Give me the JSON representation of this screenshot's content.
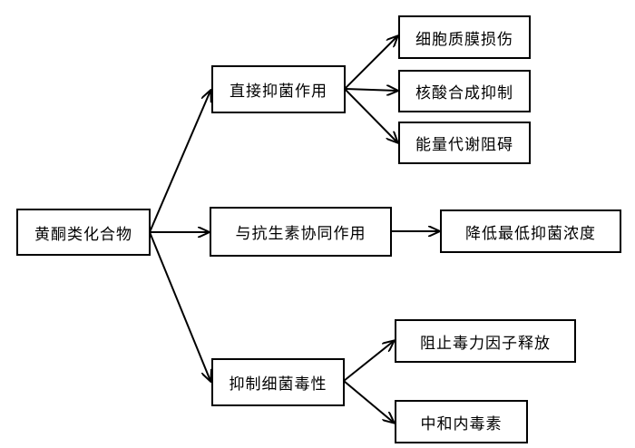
{
  "diagram": {
    "root": "黄酮类化合物",
    "branches": [
      {
        "label": "直接抑菌作用",
        "children": [
          "细胞质膜损伤",
          "核酸合成抑制",
          "能量代谢阻碍"
        ]
      },
      {
        "label": "与抗生素协同作用",
        "children": [
          "降低最低抑菌浓度"
        ]
      },
      {
        "label": "抑制细菌毒性",
        "children": [
          "阻止毒力因子释放",
          "中和内毒素"
        ]
      }
    ],
    "colors": {
      "line": "#000000",
      "box_border": "#000000",
      "text": "#000000"
    }
  }
}
